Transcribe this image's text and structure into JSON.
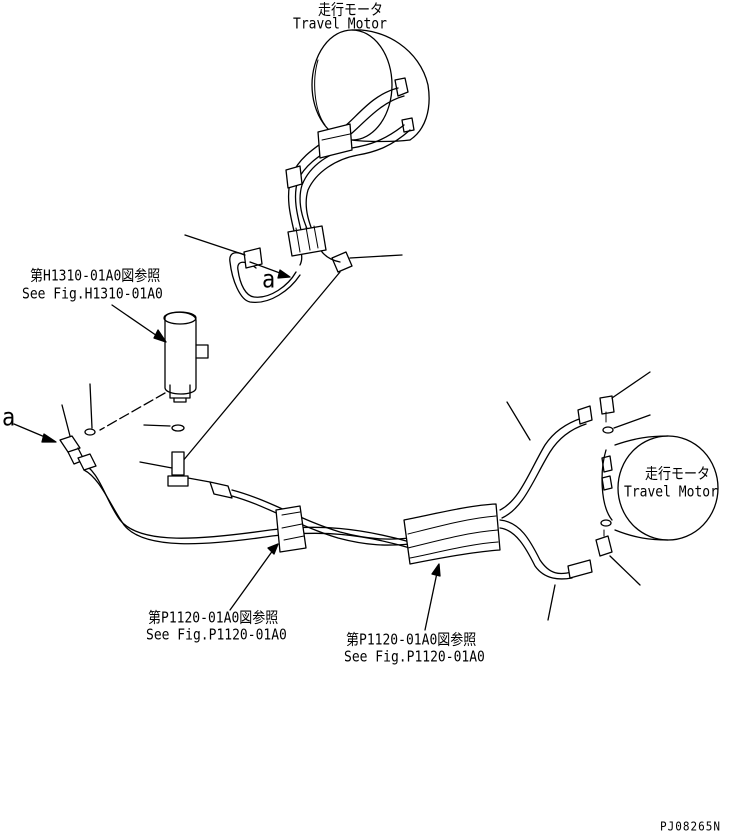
{
  "labels": {
    "motor_top_jp": "走行モータ",
    "motor_top_en": "Travel Motor",
    "motor_right_jp": "走行モータ",
    "motor_right_en": "Travel Motor",
    "ref_h1310_jp": "第H1310-01A0図参照",
    "ref_h1310_en": "See Fig.H1310-01A0",
    "ref_p1120_left_jp": "第P1120-01A0図参照",
    "ref_p1120_left_en": "See Fig.P1120-01A0",
    "ref_p1120_right_jp": "第P1120-01A0図参照",
    "ref_p1120_right_en": "See Fig.P1120-01A0",
    "callout_a_top": "a",
    "callout_a_left": "a",
    "part_code": "PJ08265N"
  }
}
